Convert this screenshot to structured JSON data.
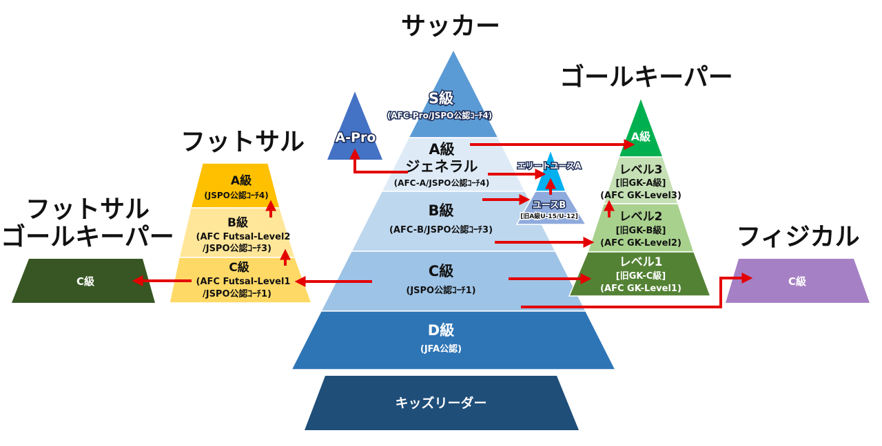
{
  "titles": {
    "soccer": "サッカー",
    "goalkeeper": "ゴールキーパー",
    "futsal": "フットサル",
    "futsal_gk_line1": "フットサル",
    "futsal_gk_line2": "ゴールキーパー",
    "physical": "フィジカル"
  },
  "soccer": {
    "s_title": "S級",
    "s_sub": "(AFC-Pro/JSPO公認ｺｰﾁ4)",
    "a_title": "A級",
    "a_line2": "ジェネラル",
    "a_sub": "(AFC-A/JSPO公認ｺｰﾁ4)",
    "b_title": "B級",
    "b_sub": "(AFC-B/JSPO公認ｺｰﾁ3)",
    "c_title": "C級",
    "c_sub": "(JSPO公認ｺｰﾁ1)",
    "d_title": "D級",
    "d_sub": "(JFA公認)",
    "kids": "キッズリーダー"
  },
  "apro": {
    "label": "A-Pro"
  },
  "youth": {
    "elite_label": "エリートユースA",
    "youth_b": "ユースB",
    "youth_b_sub": "[旧A級U-15/U-12]"
  },
  "goalkeeper": {
    "a": "A級",
    "l3_title": "レベル3",
    "l3_old": "[旧GK-A級]",
    "l3_afc": "(AFC GK-Level3)",
    "l2_title": "レベル2",
    "l2_old": "[旧GK-B級]",
    "l2_afc": "(AFC GK-Level2)",
    "l1_title": "レベル1",
    "l1_old": "[旧GK-C級]",
    "l1_afc": "(AFC GK-Level1)"
  },
  "futsal": {
    "a_title": "A級",
    "a_sub": "(JSPO公認ｺｰﾁ4)",
    "b_title": "B級",
    "b_sub1": "(AFC Futsal-Level2",
    "b_sub2": "/JSPO公認ｺｰﾁ3)",
    "c_title": "C級",
    "c_sub1": "(AFC Futsal-Level1",
    "c_sub2": "/JSPO公認ｺｰﾁ1)"
  },
  "futsal_gk": {
    "c": "C級"
  },
  "physical": {
    "c": "C級"
  },
  "colors": {
    "soccer_s": "#5b9bd5",
    "soccer_a": "#deebf7",
    "soccer_b": "#bdd7ee",
    "soccer_c": "#9dc3e6",
    "soccer_d": "#2e75b6",
    "soccer_kids": "#1f4e79",
    "apro": "#4472c4",
    "youth_top": "#00b0f0",
    "youth_base": "#8faadc",
    "gk_a": "#00b050",
    "gk_l3": "#c5e0b4",
    "gk_l2": "#a9d18e",
    "gk_l1": "#548235",
    "futsal_a": "#ffc000",
    "futsal_b": "#ffe699",
    "futsal_c": "#ffd966",
    "futsal_gk": "#375623",
    "physical": "#a680c4",
    "arrow": "#e30000"
  }
}
